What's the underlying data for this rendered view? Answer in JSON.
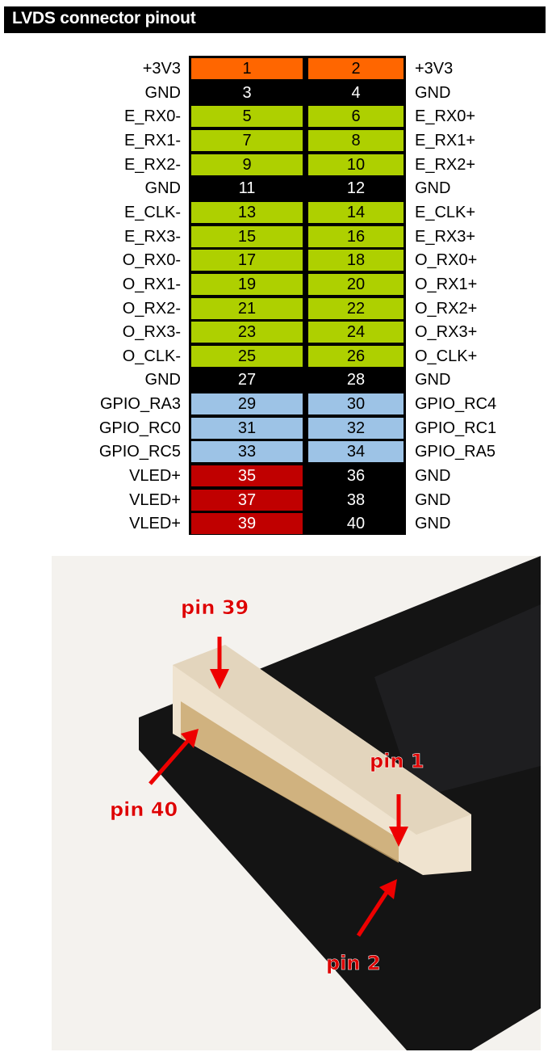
{
  "title": "LVDS connector pinout",
  "colors": {
    "power": "#ff6600",
    "gnd": "#000000",
    "lvds": "#aed000",
    "gpio": "#9dc3e6",
    "led": "#c00000"
  },
  "pins": [
    {
      "l": "+3V3",
      "a": "1",
      "ca": "power",
      "b": "2",
      "cb": "power",
      "r": "+3V3"
    },
    {
      "l": "GND",
      "a": "3",
      "ca": "gnd",
      "b": "4",
      "cb": "gnd",
      "r": "GND"
    },
    {
      "l": "E_RX0-",
      "a": "5",
      "ca": "lvds",
      "b": "6",
      "cb": "lvds",
      "r": "E_RX0+"
    },
    {
      "l": "E_RX1-",
      "a": "7",
      "ca": "lvds",
      "b": "8",
      "cb": "lvds",
      "r": "E_RX1+"
    },
    {
      "l": "E_RX2-",
      "a": "9",
      "ca": "lvds",
      "b": "10",
      "cb": "lvds",
      "r": "E_RX2+"
    },
    {
      "l": "GND",
      "a": "11",
      "ca": "gnd",
      "b": "12",
      "cb": "gnd",
      "r": "GND"
    },
    {
      "l": "E_CLK-",
      "a": "13",
      "ca": "lvds",
      "b": "14",
      "cb": "lvds",
      "r": "E_CLK+"
    },
    {
      "l": "E_RX3-",
      "a": "15",
      "ca": "lvds",
      "b": "16",
      "cb": "lvds",
      "r": "E_RX3+"
    },
    {
      "l": "O_RX0-",
      "a": "17",
      "ca": "lvds",
      "b": "18",
      "cb": "lvds",
      "r": "O_RX0+"
    },
    {
      "l": "O_RX1-",
      "a": "19",
      "ca": "lvds",
      "b": "20",
      "cb": "lvds",
      "r": "O_RX1+"
    },
    {
      "l": "O_RX2-",
      "a": "21",
      "ca": "lvds",
      "b": "22",
      "cb": "lvds",
      "r": "O_RX2+"
    },
    {
      "l": "O_RX3-",
      "a": "23",
      "ca": "lvds",
      "b": "24",
      "cb": "lvds",
      "r": "O_RX3+"
    },
    {
      "l": "O_CLK-",
      "a": "25",
      "ca": "lvds",
      "b": "26",
      "cb": "lvds",
      "r": "O_CLK+"
    },
    {
      "l": "GND",
      "a": "27",
      "ca": "gnd",
      "b": "28",
      "cb": "gnd",
      "r": "GND"
    },
    {
      "l": "GPIO_RA3",
      "a": "29",
      "ca": "gpio",
      "b": "30",
      "cb": "gpio",
      "r": "GPIO_RC4"
    },
    {
      "l": "GPIO_RC0",
      "a": "31",
      "ca": "gpio",
      "b": "32",
      "cb": "gpio",
      "r": "GPIO_RC1"
    },
    {
      "l": "GPIO_RC5",
      "a": "33",
      "ca": "gpio",
      "b": "34",
      "cb": "gpio",
      "r": "GPIO_RA5"
    },
    {
      "l": "VLED+",
      "a": "35",
      "ca": "led",
      "b": "36",
      "cb": "gnd",
      "r": "GND"
    },
    {
      "l": "VLED+",
      "a": "37",
      "ca": "led",
      "b": "38",
      "cb": "gnd",
      "r": "GND"
    },
    {
      "l": "VLED+",
      "a": "39",
      "ca": "led",
      "b": "40",
      "cb": "gnd",
      "r": "GND"
    }
  ],
  "photo": {
    "pin39": "pin 39",
    "pin40": "pin 40",
    "pin1": "pin 1",
    "pin2": "pin 2"
  }
}
